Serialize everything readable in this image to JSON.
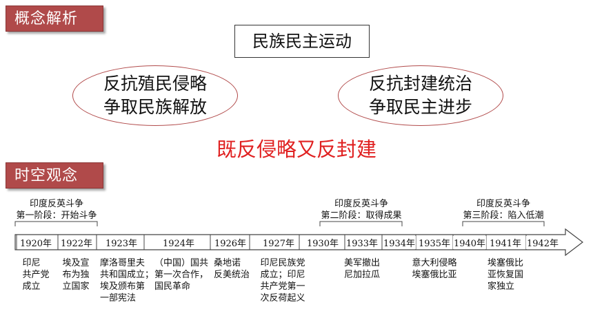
{
  "section1": {
    "label": "概念解析"
  },
  "section2": {
    "label": "时空观念"
  },
  "concept": {
    "main": "民族民主运动",
    "left_line1": "反抗殖民侵略",
    "left_line2": "争取民族解放",
    "right_line1": "反抗封建统治",
    "right_line2": "争取民主进步",
    "summary": "既反侵略又反封建"
  },
  "colors": {
    "tag_bg": "#b04a4a",
    "ellipse_border": "#b14a4a",
    "summary_text": "#e02020"
  },
  "timeline": {
    "phases": [
      {
        "title": "印度反英斗争",
        "subtitle": "第一阶段：开始斗争"
      },
      {
        "title": "印度反英斗争",
        "subtitle": "第二阶段：取得成果"
      },
      {
        "title": "印度反英斗争",
        "subtitle": "第三阶段：陷入低潮"
      }
    ],
    "years": [
      "1920年",
      "1922年",
      "1923年",
      "1924年",
      "1926年",
      "1927年",
      "1930年",
      "1933年",
      "1934年",
      "1935年",
      "1940年",
      "1941年",
      "1942年"
    ],
    "events": [
      [
        "印尼",
        "共产党",
        "成立"
      ],
      [
        "埃及宣",
        "布为独",
        "立国家"
      ],
      [
        "摩洛哥里夫",
        "共和国成立；",
        "埃及颁布第",
        "一部宪法"
      ],
      [
        "（中国）国共",
        "第一次合作，",
        "国民革命"
      ],
      [
        "桑地诺",
        "反美统治"
      ],
      [
        "印尼民族党",
        "成立；印尼",
        "共产党第一",
        "次反荷起义"
      ],
      [
        "美军撤出",
        "尼加拉瓜"
      ],
      [
        "意大利侵略",
        "埃塞俄比亚"
      ],
      [
        "埃塞俄比",
        "亚恢复国",
        "家独立"
      ]
    ]
  }
}
